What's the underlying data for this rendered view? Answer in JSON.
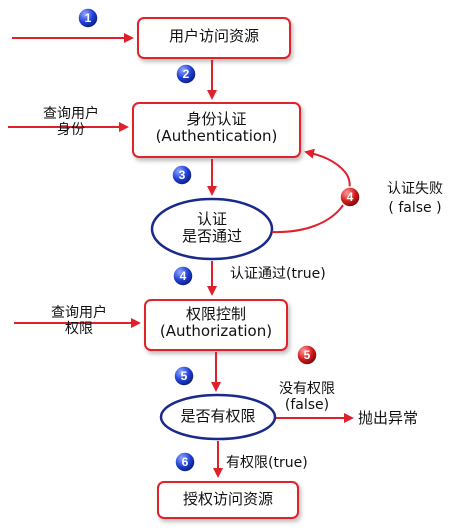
{
  "boxes": {
    "request": "用户访问资源",
    "auth_line1": "身份认证",
    "auth_line2": "(Authentication)",
    "authz_line1": "权限控制",
    "authz_line2": "(Authorization)",
    "grant": "授权访问资源"
  },
  "decisions": {
    "auth_line1": "认证",
    "auth_line2": "是否通过",
    "perm": "是否有权限"
  },
  "inputs": {
    "query_user_identity_line1": "查询用户",
    "query_user_identity_line2": "身份",
    "query_user_perm_line1": "查询用户",
    "query_user_perm_line2": "权限"
  },
  "edges": {
    "auth_fail_line1": "认证失败",
    "auth_fail_line2": "( false )",
    "auth_pass": "认证通过(true)",
    "no_perm_line1": "没有权限",
    "no_perm_line2": "(false)",
    "throw_exception": "抛出异常",
    "has_perm": "有权限(true)"
  },
  "steps": [
    "1",
    "2",
    "3",
    "4",
    "4",
    "5",
    "5",
    "6"
  ],
  "colors": {
    "box_border": "#e0202a",
    "arrow": "#e0202a",
    "ellipse_border": "#1a2a8c",
    "badge_blue": "#1f3fd6",
    "badge_red": "#d41a1a"
  }
}
